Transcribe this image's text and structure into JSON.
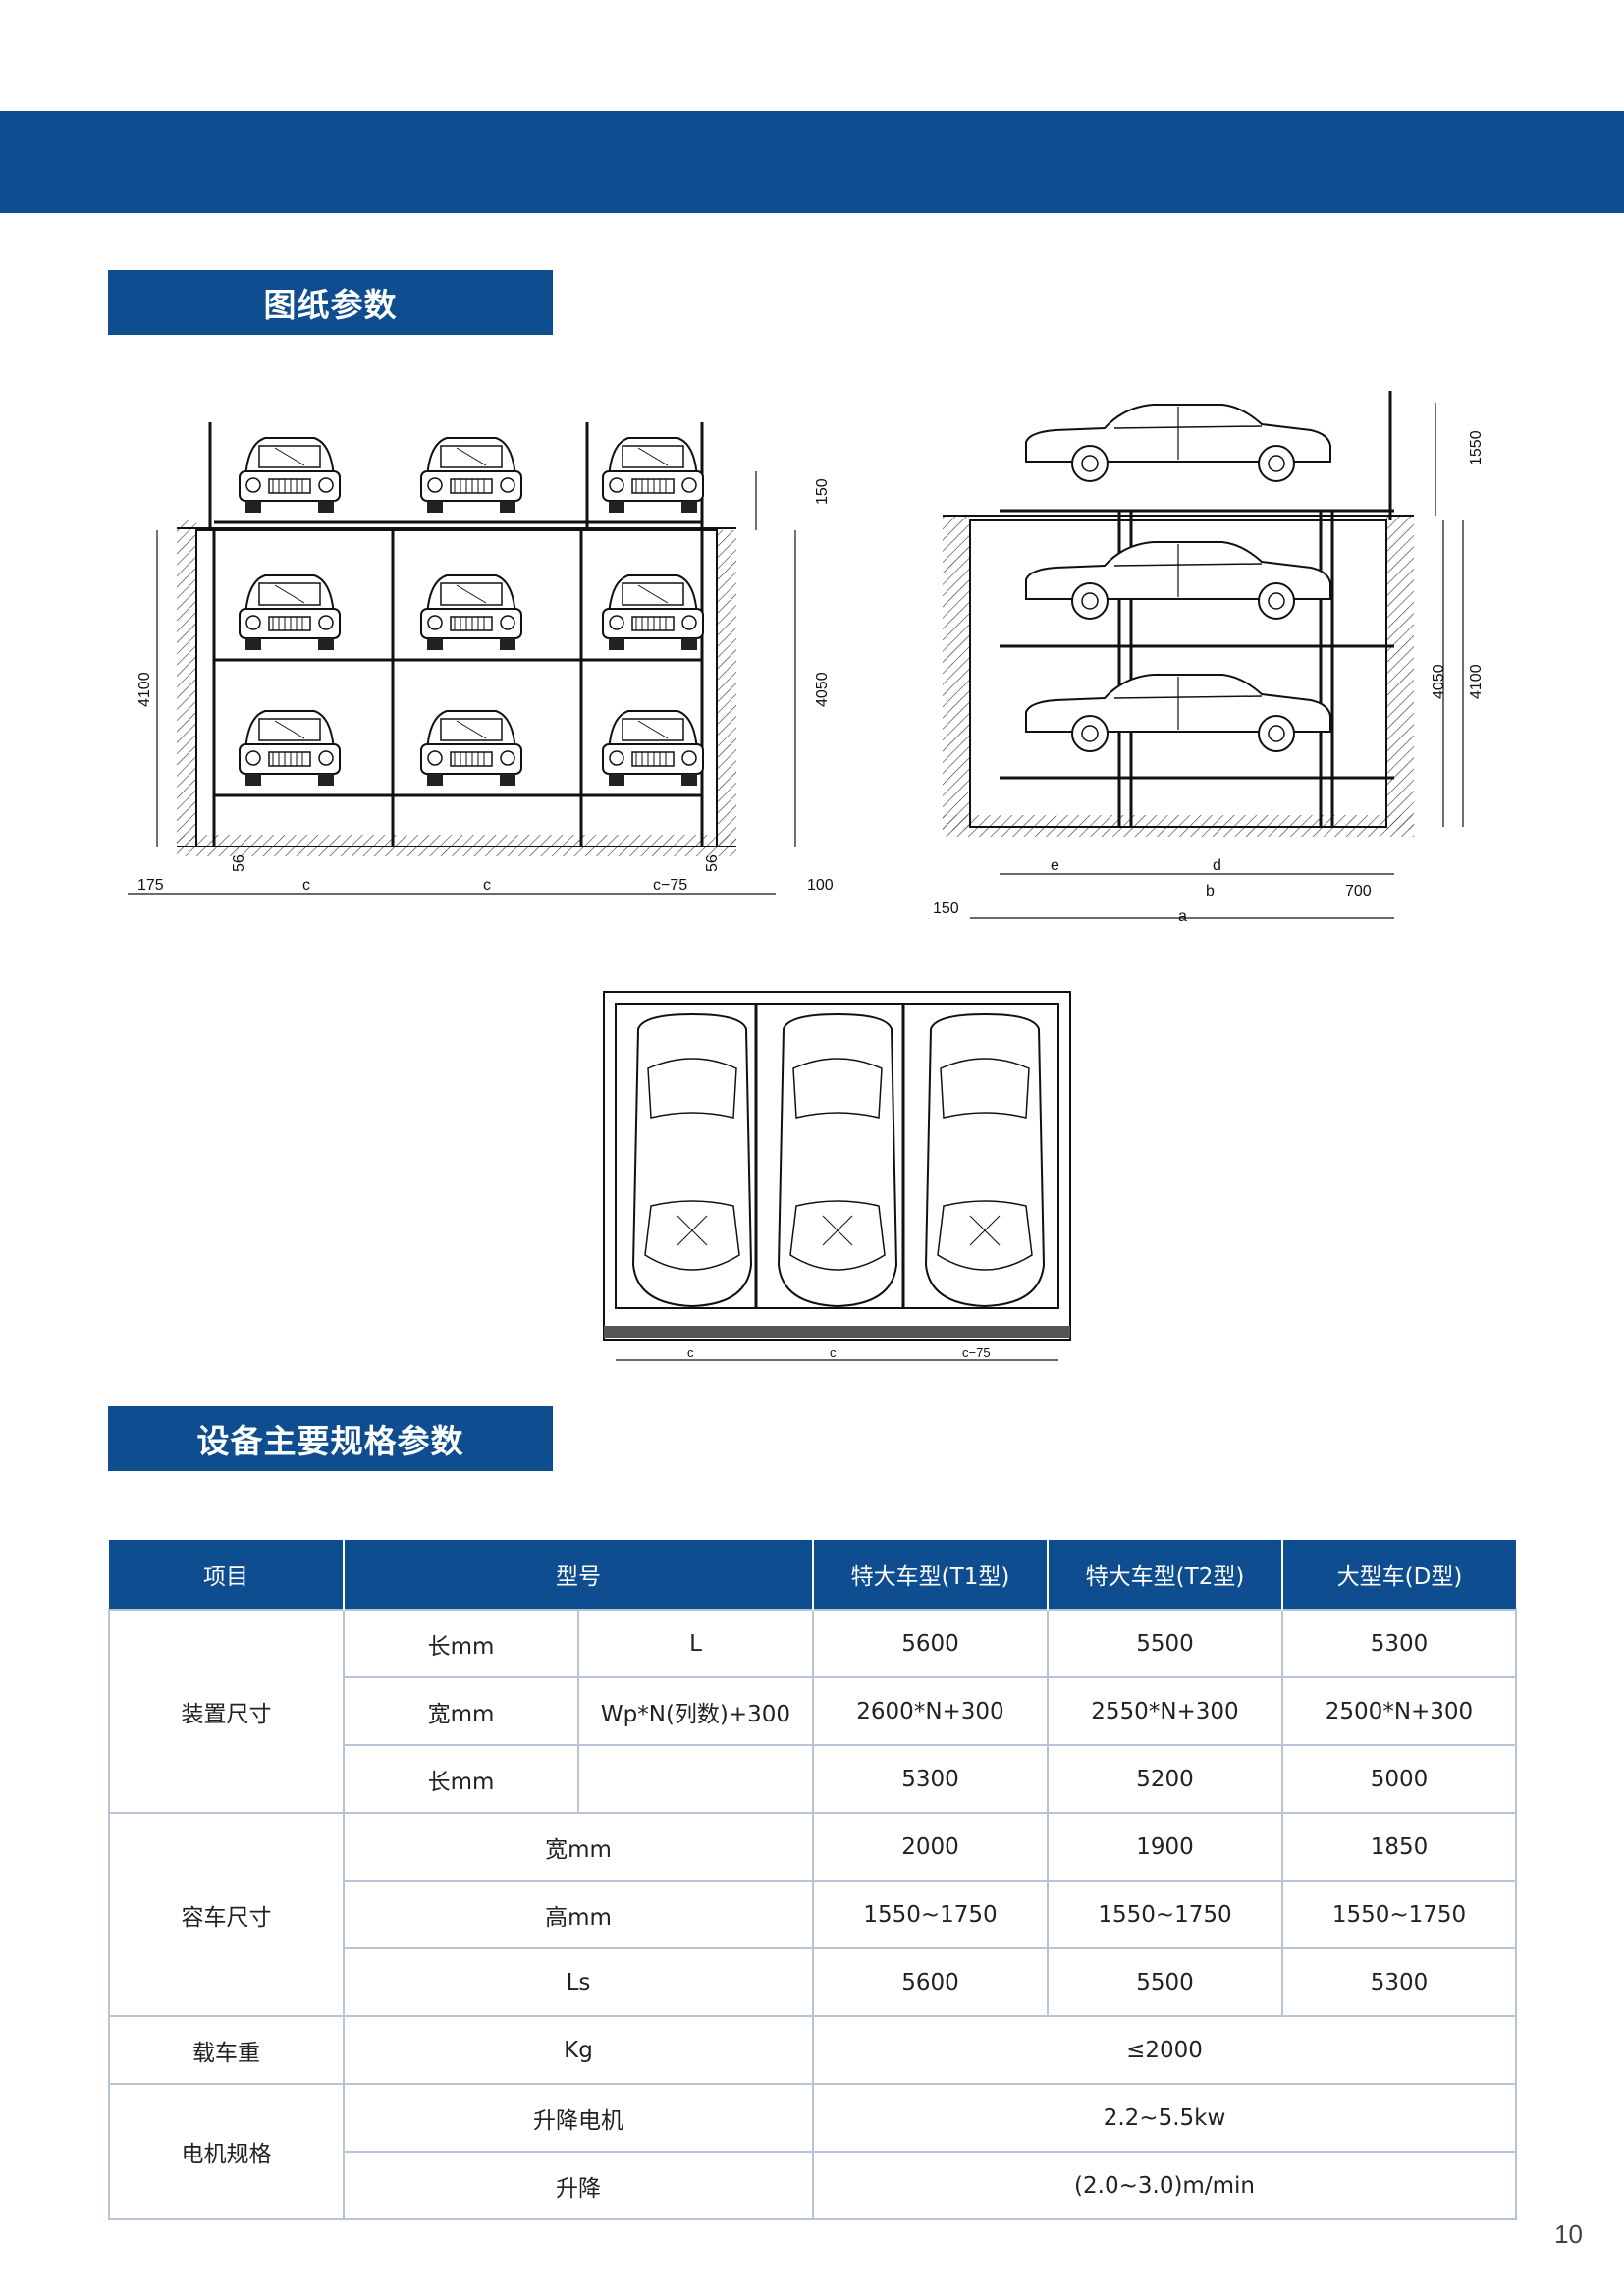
{
  "sections": {
    "drawing_title": "图纸参数",
    "spec_title": "设备主要规格参数"
  },
  "drawing_front": {
    "labels": [
      "175",
      "56",
      "c",
      "c",
      "c−75",
      "56",
      "100",
      "150",
      "4100",
      "4050"
    ]
  },
  "drawing_side": {
    "labels": [
      "1550",
      "4050",
      "4100",
      "e",
      "d",
      "b",
      "700",
      "150",
      "a"
    ]
  },
  "drawing_plan": {
    "labels": [
      "c",
      "c",
      "c−75"
    ]
  },
  "table": {
    "headers": {
      "item": "项目",
      "model": "型号",
      "t1": "特大车型(T1型)",
      "t2": "特大车型(T2型)",
      "d": "大型车(D型)"
    },
    "device_size": {
      "group": "装置尺寸",
      "rows": [
        {
          "param": "长mm",
          "symbol": "L",
          "t1": "5600",
          "t2": "5500",
          "d": "5300"
        },
        {
          "param": "宽mm",
          "symbol": "Wp*N(列数)+300",
          "t1": "2600*N+300",
          "t2": "2550*N+300",
          "d": "2500*N+300"
        },
        {
          "param": "长mm",
          "symbol": "",
          "t1": "5300",
          "t2": "5200",
          "d": "5000"
        }
      ]
    },
    "car_size": {
      "group": "容车尺寸",
      "rows": [
        {
          "param": "宽mm",
          "t1": "2000",
          "t2": "1900",
          "d": "1850"
        },
        {
          "param": "高mm",
          "t1": "1550~1750",
          "t2": "1550~1750",
          "d": "1550~1750"
        },
        {
          "param": "Ls",
          "t1": "5600",
          "t2": "5500",
          "d": "5300"
        }
      ]
    },
    "load": {
      "group": "载车重",
      "unit": "Kg",
      "value": "≤2000"
    },
    "motor": {
      "group": "电机规格",
      "rows": [
        {
          "param": "升降电机",
          "value": "2.2~5.5kw"
        },
        {
          "param": "升降",
          "value": "(2.0~3.0)m/min"
        }
      ]
    }
  },
  "page_number": "10"
}
